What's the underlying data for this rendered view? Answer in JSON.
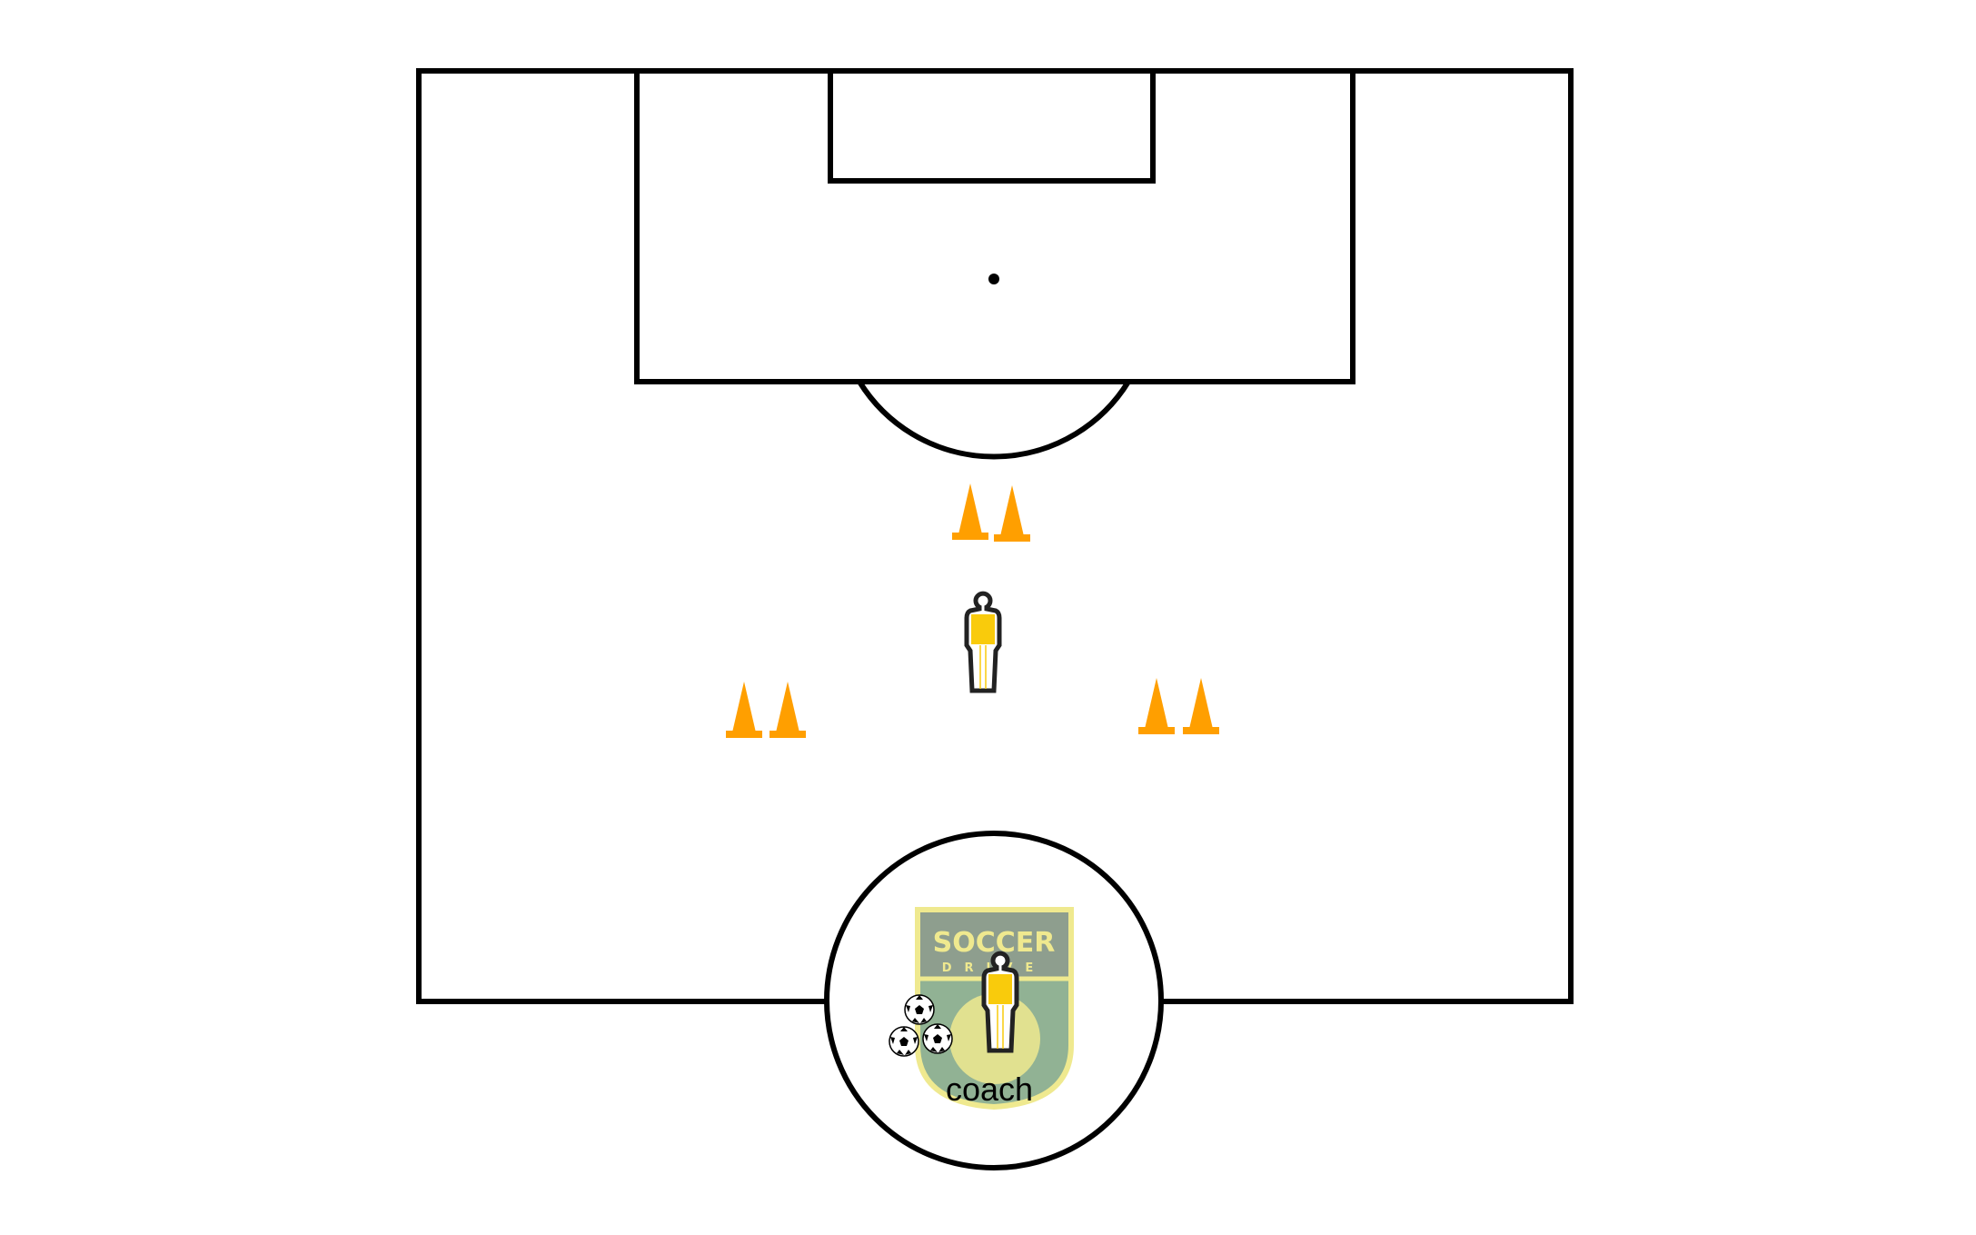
{
  "diagram": {
    "coach_label": "coach",
    "logo": {
      "line1": "SOCCER",
      "line2": "DRIVE"
    },
    "colors": {
      "cone": "#FF9F00",
      "jersey": "#F9CB0C",
      "logo_bg": "#8E9E8E",
      "logo_border": "#EFE98F",
      "logo_lower": "#91B294"
    }
  }
}
